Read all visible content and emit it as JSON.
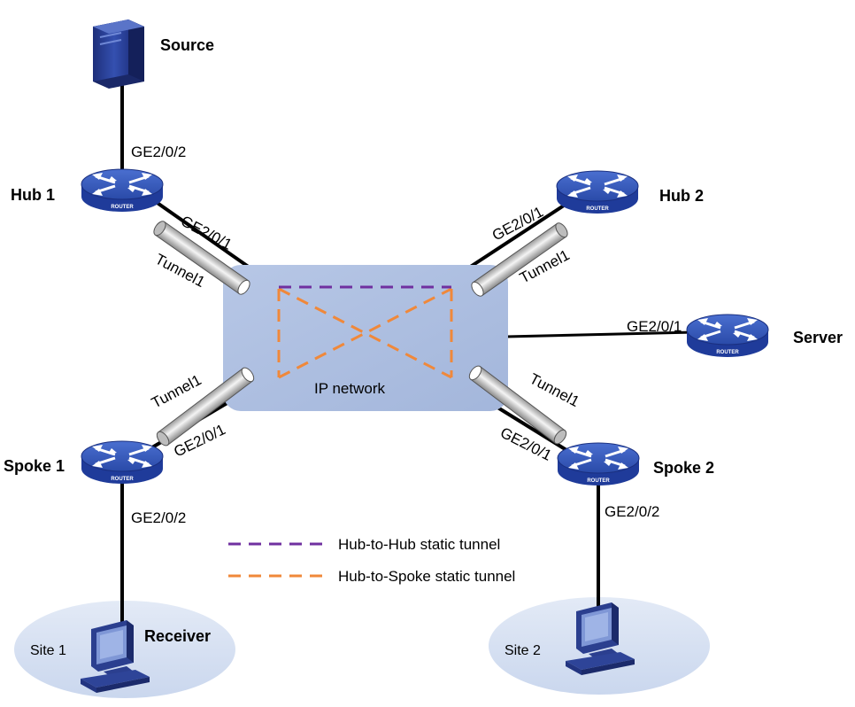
{
  "nodes": {
    "source": "Source",
    "hub1": "Hub 1",
    "hub2": "Hub 2",
    "server": "Server",
    "spoke1": "Spoke 1",
    "spoke2": "Spoke 2",
    "receiver": "Receiver",
    "site1": "Site 1",
    "site2": "Site 2",
    "ip_network": "IP network",
    "router_badge": "ROUTER"
  },
  "interfaces": {
    "hub1_up": "GE2/0/2",
    "hub1_down": "GE2/0/1",
    "hub2": "GE2/0/1",
    "server": "GE2/0/1",
    "spoke1_up": "GE2/0/1",
    "spoke1_down": "GE2/0/2",
    "spoke2_up": "GE2/0/1",
    "spoke2_down": "GE2/0/2"
  },
  "tunnels": {
    "hub1": "Tunnel1",
    "hub2": "Tunnel1",
    "spoke1": "Tunnel1",
    "spoke2": "Tunnel1"
  },
  "legend": {
    "hub_to_hub": "Hub-to-Hub static tunnel",
    "hub_to_spoke": "Hub-to-Spoke static tunnel"
  },
  "colors": {
    "hub_to_hub": "#7030a0",
    "hub_to_spoke": "#f0883a",
    "ip_network_fill": "#aebfdf",
    "site_fill": "#d6e0f0",
    "router_body": "#1f3b9a"
  },
  "icons": {
    "router": "router-icon",
    "server": "server-tower-icon",
    "host": "desktop-computer-icon",
    "tunnel": "tunnel-pipe-icon"
  }
}
